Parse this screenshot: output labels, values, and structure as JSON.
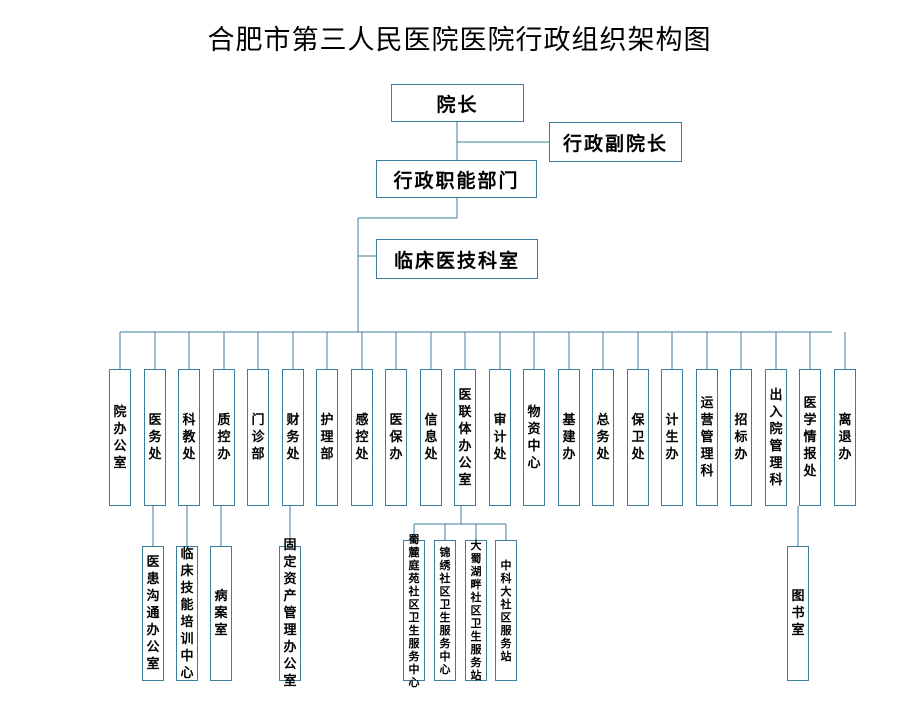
{
  "title": "合肥市第三人民医院医院行政组织架构图",
  "top": {
    "president": "院长",
    "vice_president": "行政副院长",
    "admin_dept": "行政职能部门",
    "clinical": "临床医技科室"
  },
  "departments": [
    "院办公室",
    "医务处",
    "科教处",
    "质控办",
    "门诊部",
    "财务处",
    "护理部",
    "感控处",
    "医保办",
    "信息处",
    "医联体办公室",
    "审计处",
    "物资中心",
    "基建办",
    "总务处",
    "保卫处",
    "计生办",
    "运营管理科",
    "招标办",
    "出入院管理科",
    "医学情报处",
    "离退办"
  ],
  "sub_units": {
    "yiwu": "医患沟通办公室",
    "kejiao": "临床技能培训中心",
    "zhikong": "病案室",
    "caiwu": "固定资产管理办公室",
    "yilianti": [
      "蜀麓庭苑社区卫生服务中心",
      "锦绣社区卫生服务中心",
      "大蜀湖畔社区卫生服务站",
      "中科大社区服务站"
    ],
    "qingbao": "图书室"
  },
  "colors": {
    "line": "#3d7e9e",
    "border": "#3d7e9e"
  }
}
